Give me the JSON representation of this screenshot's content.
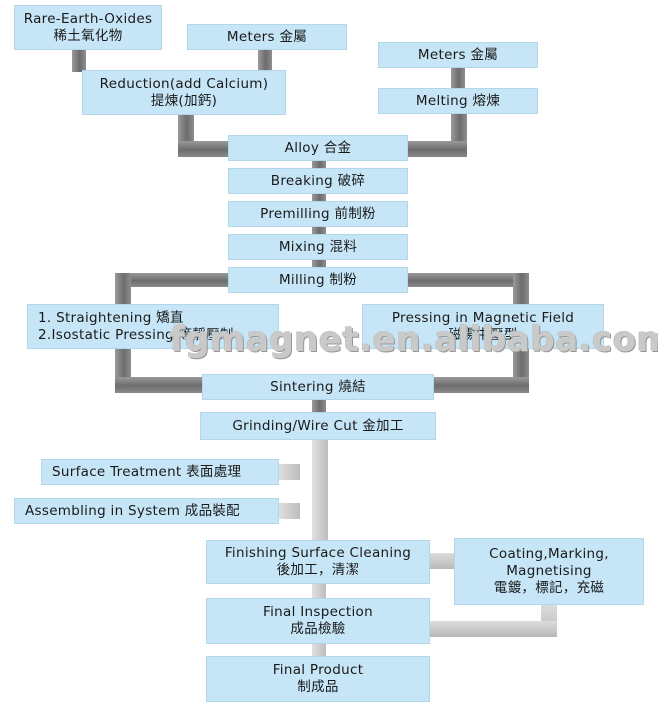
{
  "nodes": {
    "rare_earth": {
      "line1": "Rare-Earth-Oxides",
      "line2": "稀土氧化物"
    },
    "meters1": {
      "line1": "Meters 金屬"
    },
    "meters2": {
      "line1": "Meters 金屬"
    },
    "reduction": {
      "line1": "Reduction(add Calcium)",
      "line2": "提煉(加鈣)"
    },
    "melting": {
      "line1": "Melting 熔煉"
    },
    "alloy": {
      "line1": "Alloy 合金"
    },
    "breaking": {
      "line1": "Breaking 破碎"
    },
    "premilling": {
      "line1": "Premilling 前制粉"
    },
    "mixing": {
      "line1": "Mixing 混料"
    },
    "milling": {
      "line1": "Milling 制粉"
    },
    "straightening": {
      "line1": "1. Straightening 矯直",
      "line2": "2.Isostatic Pressing 等靜壓制"
    },
    "pressing": {
      "line1": "Pressing in Magnetic Field",
      "line2": "磁場中壓型"
    },
    "sintering": {
      "line1": "Sintering 燒結"
    },
    "grinding": {
      "line1": "Grinding/Wire Cut 金加工"
    },
    "surface_treatment": {
      "line1": "Surface Treatment 表面處理"
    },
    "assembling": {
      "line1": "Assembling in System 成品裝配"
    },
    "finishing": {
      "line1": "Finishing Surface Cleaning",
      "line2": "後加工，清潔"
    },
    "coating": {
      "line1": "Coating,Marking,",
      "line2": "Magnetising",
      "line3": "電鍍，標記，充磁"
    },
    "inspection": {
      "line1": "Final Inspection",
      "line2": "成品檢驗"
    },
    "product": {
      "line1": "Final Product",
      "line2": "制成品"
    }
  },
  "watermark": "fgmagnet.en.alibaba.com"
}
